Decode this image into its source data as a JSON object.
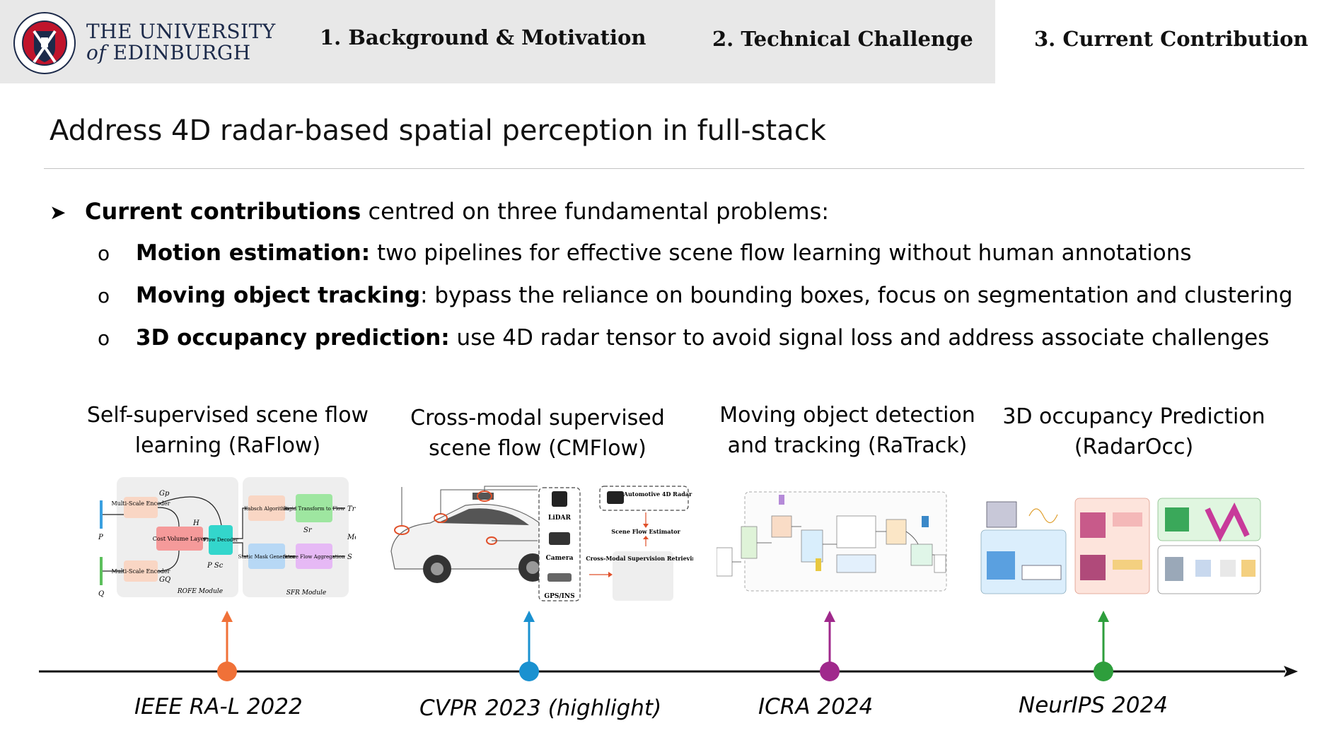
{
  "header": {
    "university_line1": "THE UNIVERSITY",
    "university_of": "of",
    "university_line2": "EDINBURGH",
    "tabs": [
      {
        "label": "1. Background & Motivation"
      },
      {
        "label": "2. Technical Challenge"
      },
      {
        "label": "3. Current Contribution"
      }
    ],
    "active_tab": 2
  },
  "slide": {
    "title": "Address 4D radar-based spatial perception in full-stack",
    "bullet": {
      "bold": "Current contributions",
      "rest": " centred on three fundamental problems:"
    },
    "subbullets": [
      {
        "bold": "Motion estimation:",
        "rest": " two pipelines for effective scene flow learning without human annotations"
      },
      {
        "bold": "Moving object tracking",
        "rest": ": bypass the reliance on bounding boxes, focus on segmentation and clustering"
      },
      {
        "bold": "3D occupancy prediction:",
        "rest": " use 4D radar tensor to avoid signal loss and address associate challenges"
      }
    ]
  },
  "works": [
    {
      "caption1": "Self-supervised scene flow",
      "caption2": "learning (RaFlow)",
      "venue": "IEEE RA-L 2022",
      "color": "#f07138"
    },
    {
      "caption1": "Cross-modal supervised",
      "caption2": "scene flow (CMFlow)",
      "venue": "CVPR 2023 (highlight)",
      "color": "#1a91d0"
    },
    {
      "caption1": "Moving object detection",
      "caption2": "and tracking (RaTrack)",
      "venue": "ICRA 2024",
      "color": "#a0298c"
    },
    {
      "caption1": "3D occupancy Prediction",
      "caption2": "(RadarOcc)",
      "venue": "NeurIPS 2024",
      "color": "#2e9e3c"
    }
  ],
  "raflow_fig": {
    "encoder": "Multi-Scale Encoder",
    "cost_volume": "Cost Volume Layer",
    "flow_decoder": "Flow Decoder",
    "kabsch": "Kabsch Algorithm",
    "rigid": "Rigid Transform to Flow",
    "static_mask": "Static Mask Generator",
    "aggregation": "Scene Flow Aggregation",
    "rofe": "ROFE Module",
    "sfr": "SFR Module",
    "sym_p": "P",
    "sym_q": "Q",
    "sym_gp": "Gp",
    "sym_gq": "GQ",
    "sym_h": "H",
    "sym_tr": "Tr",
    "sym_mo": "Mo",
    "sym_s": "S",
    "sym_sr": "Sr",
    "sym_ps": "P Sc"
  },
  "cmflow_fig": {
    "radar": "Automotive 4D Radar",
    "lidar": "LiDAR",
    "camera": "Camera",
    "gps": "GPS/INS",
    "estimator": "Scene Flow Estimator",
    "retrieving": "Cross-Modal Supervision Retrieving"
  },
  "colors": {
    "topbar": "#e8e8e8",
    "university": "#1c2a4a",
    "encoder": "#f9d6c4",
    "cost_volume": "#f59a9a",
    "decoder": "#33d6cc",
    "kabsch": "#f9d6c4",
    "rigid": "#9ee6a0",
    "mask": "#b7d8f5",
    "aggregation": "#e6b9f5"
  }
}
